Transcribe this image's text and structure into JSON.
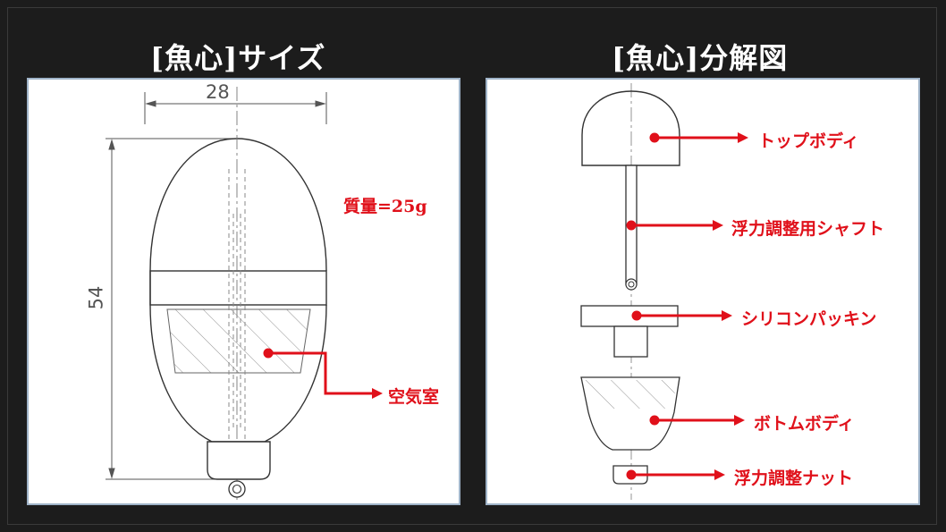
{
  "left_panel": {
    "title": "[魚心]サイズ",
    "dimension_width": "28",
    "dimension_height": "54",
    "mass_label": "質量=25g",
    "air_chamber_label": "空気室"
  },
  "right_panel": {
    "title": "[魚心]分解図",
    "parts": [
      {
        "label": "トップボディ"
      },
      {
        "label": "浮力調整用シャフト"
      },
      {
        "label": "シリコンパッキン"
      },
      {
        "label": "ボトムボディ"
      },
      {
        "label": "浮力調整ナット"
      }
    ]
  },
  "colors": {
    "background": "#1c1c1c",
    "annotation": "#e0101a",
    "drawing": "#333333"
  }
}
